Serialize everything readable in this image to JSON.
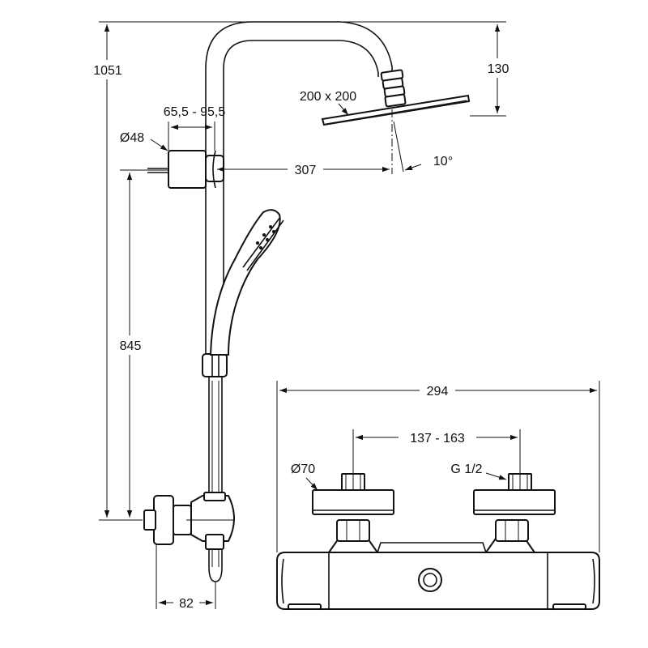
{
  "dimensions": {
    "total_height": "1051",
    "head_drop": "130",
    "head_size": "200 x 200",
    "arm_offset": "65,5 - 95,5",
    "bracket_diameter": "Ø48",
    "arm_length": "307",
    "head_tilt": "10°",
    "valve_height": "845",
    "wall_projection": "82",
    "mixer_width": "294",
    "inlet_centres": "137 - 163",
    "flange_diameter": "Ø70",
    "thread": "G 1/2"
  }
}
